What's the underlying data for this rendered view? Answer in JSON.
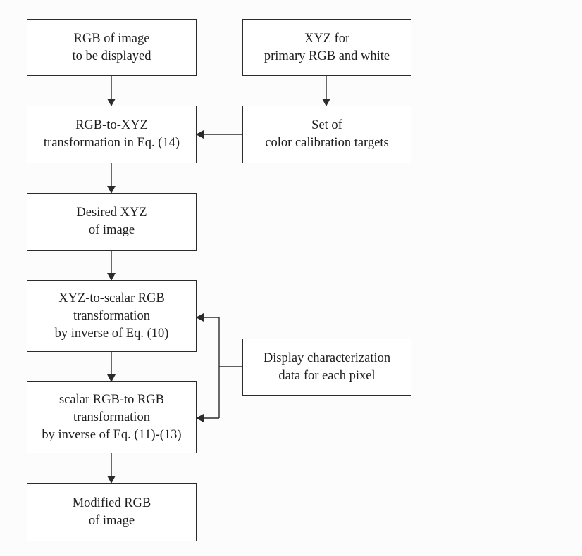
{
  "diagram": {
    "nodes": {
      "rgb_input": {
        "lines": [
          "RGB of image",
          "to be displayed"
        ]
      },
      "xyz_primaries": {
        "lines": [
          "XYZ for",
          "primary RGB and white"
        ]
      },
      "rgb_to_xyz": {
        "lines": [
          "RGB-to-XYZ",
          "transformation in Eq. (14)"
        ]
      },
      "calibration_targets": {
        "lines": [
          "Set of",
          "color calibration targets"
        ]
      },
      "desired_xyz": {
        "lines": [
          "Desired XYZ",
          "of image"
        ]
      },
      "xyz_to_scalar": {
        "lines": [
          "XYZ-to-scalar RGB",
          "transformation",
          "by inverse of Eq. (10)"
        ]
      },
      "display_characterization": {
        "lines": [
          "Display characterization",
          "data for each pixel"
        ]
      },
      "scalar_to_rgb": {
        "lines": [
          "scalar RGB-to RGB",
          "transformation",
          "by inverse of Eq. (11)-(13)"
        ]
      },
      "modified_rgb": {
        "lines": [
          "Modified RGB",
          "of image"
        ]
      }
    },
    "colors": {
      "line": "#2b2b2b",
      "border": "#2b2b2b",
      "text": "#1e1e1e",
      "box_fill": "#ffffff"
    }
  }
}
